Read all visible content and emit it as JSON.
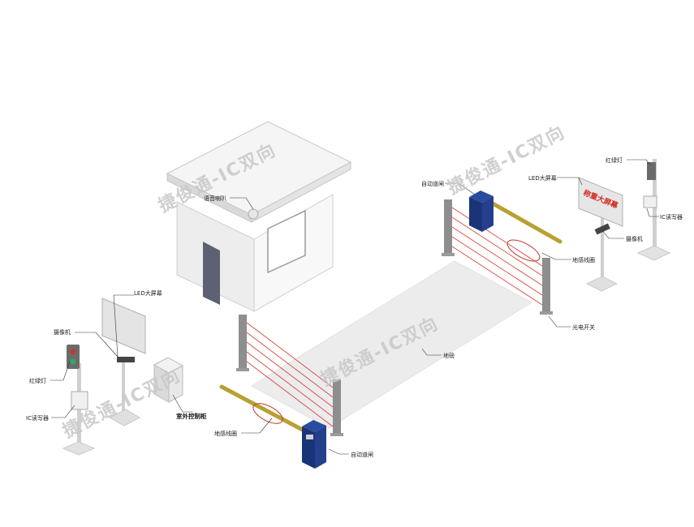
{
  "labels": {
    "speaker": "语音喇叭",
    "led_left": "LED大屏幕",
    "camera_left": "摄像机",
    "light_left": "红绿灯",
    "reader_left": "IC读写器",
    "cabinet": "室外控制柜",
    "loop_left": "地感线圈",
    "barrier_front": "自动道闸",
    "scale": "地磅",
    "barrier_back": "自动道闸",
    "led_right": "LED大屏幕",
    "light_right": "红绿灯",
    "reader_right": "IC读写器",
    "camera_right": "摄像机",
    "loop_right": "地感线圈",
    "photo_switch": "光电开关"
  },
  "led_screen_text": "称重大屏幕",
  "watermark": "捷俊通-IC双向",
  "colors": {
    "beam": "#d9453a",
    "loop": "#c0392b",
    "barrier_blue": "#1f3f8f",
    "arm": "#b8a033",
    "platform": "#ececec"
  }
}
